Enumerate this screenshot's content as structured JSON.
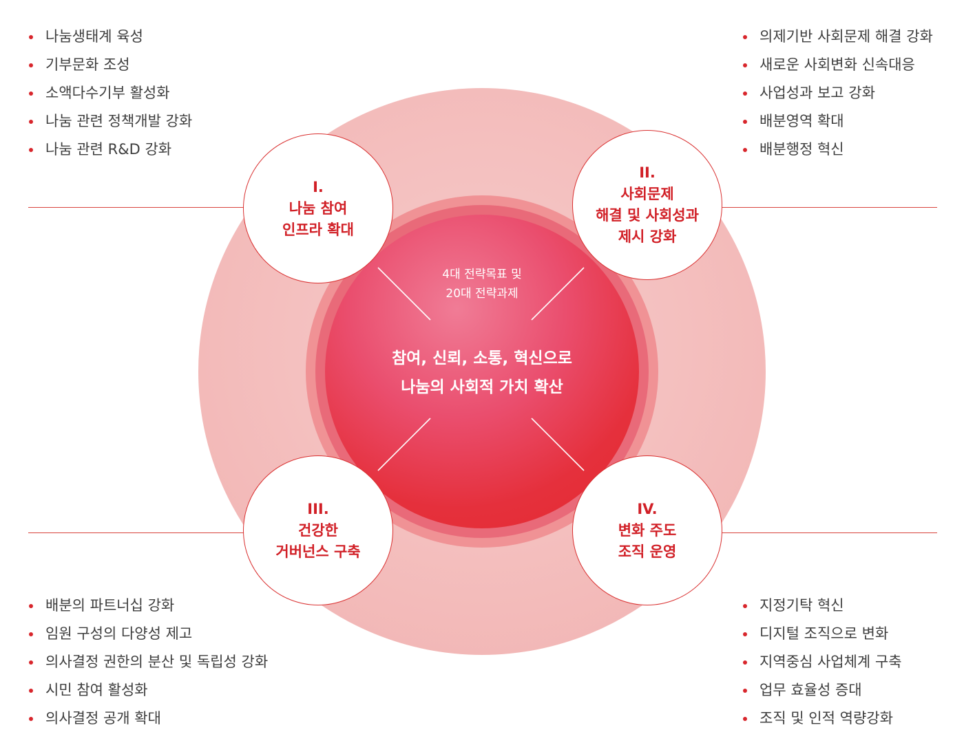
{
  "center": {
    "subtitle_line1": "4대 전략목표 및",
    "subtitle_line2": "20대 전략과제",
    "main_line1": "참여, 신뢰, 소통, 혁신으로",
    "main_line2": "나눔의 사회적 가치 확산"
  },
  "goals": [
    {
      "numeral": "I.",
      "lines": [
        "나눔 참여",
        "인프라 확대"
      ]
    },
    {
      "numeral": "II.",
      "lines": [
        "사회문제",
        "해결 및 사회성과",
        "제시 강화"
      ]
    },
    {
      "numeral": "III.",
      "lines": [
        "건강한",
        "거버넌스 구축"
      ]
    },
    {
      "numeral": "IV.",
      "lines": [
        "변화 주도",
        "조직 운영"
      ]
    }
  ],
  "tasks": {
    "top_left": [
      "나눔생태계 육성",
      "기부문화 조성",
      "소액다수기부 활성화",
      "나눔 관련 정책개발 강화",
      "나눔 관련 R&D 강화"
    ],
    "top_right": [
      "의제기반 사회문제 해결 강화",
      "새로운 사회변화 신속대응",
      "사업성과 보고 강화",
      "배분영역 확대",
      "배분행정 혁신"
    ],
    "bottom_left": [
      "배분의 파트너십 강화",
      "임원 구성의 다양성 제고",
      "의사결정 권한의 분산 및 독립성 강화",
      "시민 참여 활성화",
      "의사결정 공개 확대"
    ],
    "bottom_right": [
      "지정기탁 혁신",
      "디지털 조직으로 변화",
      "지역중심 사업체계 구축",
      "업무 효율성 증대",
      "조직 및 인적 역량강화"
    ]
  },
  "colors": {
    "accent": "#d11f26",
    "outer_circle": "#f4c0bf",
    "core": "#e42a2f"
  }
}
